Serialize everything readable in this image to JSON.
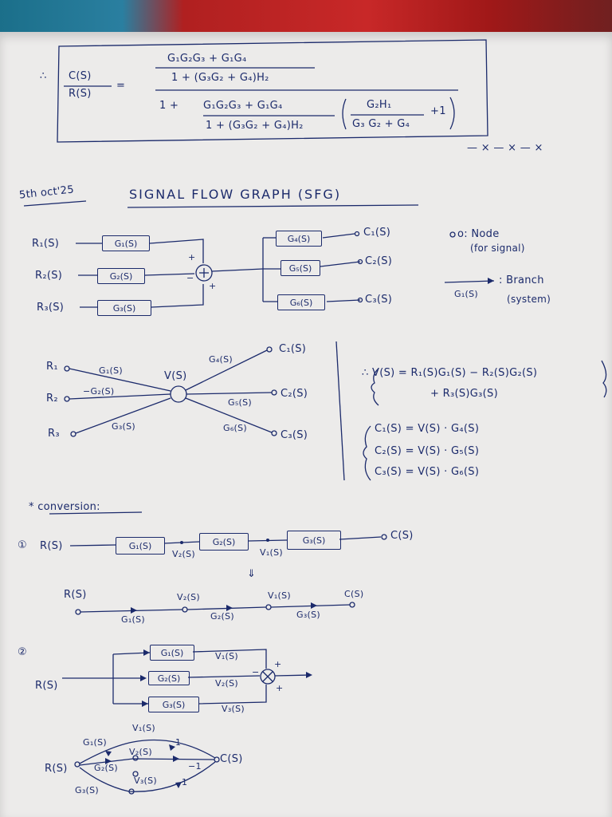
{
  "result": {
    "lhs_num": "C(S)",
    "lhs_den": "R(S)",
    "therefore": "∴",
    "equals": "=",
    "top_num": "G₁G₂G₃ + G₁G₄",
    "top_den": "1 + (G₃G₂ + G₄)H₂",
    "one_plus": "1 +",
    "bot_num": "G₁G₂G₃ + G₁G₄",
    "bot_den": "1 + (G₃G₂ + G₄)H₂",
    "paren_num": "G₂H₁",
    "paren_den": "G₃ G₂ + G₄",
    "plus_one": "+1",
    "end_mark": "— × — × — ×"
  },
  "date": "5th oct'25",
  "title": "SIGNAL FLOW GRAPH (SFG)",
  "block1": {
    "inputs": [
      "R₁(S)",
      "R₂(S)",
      "R₃(S)"
    ],
    "in_blocks": [
      "G₁(S)",
      "G₂(S)",
      "G₃(S)"
    ],
    "out_blocks": [
      "G₄(S)",
      "G₅(S)",
      "G₆(S)"
    ],
    "outputs": [
      "C₁(S)",
      "C₂(S)",
      "C₃(S)"
    ],
    "signs": [
      "+",
      "−",
      "+"
    ]
  },
  "legend": {
    "node_label": "o: Node",
    "node_desc": "(for signal)",
    "branch_label": ": Branch",
    "branch_gain": "G₁(S)",
    "branch_desc": "(system)"
  },
  "sfg1": {
    "inputs": [
      "R₁",
      "R₂",
      "R₃"
    ],
    "in_gains": [
      "G₁(S)",
      "−G₂(S)",
      "G₃(S)"
    ],
    "center": "V(S)",
    "out_gains": [
      "G₄(S)",
      "G₅(S)",
      "G₆(S)"
    ],
    "outputs": [
      "C₁(S)",
      "C₂(S)",
      "C₃(S)"
    ]
  },
  "equations": {
    "v_line1": "∴ V(S) = R₁(S)G₁(S) − R₂(S)G₂(S)",
    "v_line2": "+ R₃(S)G₃(S)",
    "c_lines": [
      "C₁(S) = V(S) · G₄(S)",
      "C₂(S) = V(S) · G₅(S)",
      "C₃(S) = V(S) · G₆(S)"
    ]
  },
  "conversion": {
    "heading": "* conversion:",
    "ex1_num": "①",
    "ex1_input": "R(S)",
    "ex1_blocks": [
      "G₁(S)",
      "G₂(S)",
      "G₃(S)"
    ],
    "ex1_signals": [
      "V₂(S)",
      "V₁(S)"
    ],
    "ex1_output": "C(S)",
    "arrow_down": "⇓",
    "ex1_sfg_input": "R(S)",
    "ex1_sfg_nodes": [
      "V₂(S)",
      "V₁(S)",
      "C(S)"
    ],
    "ex1_sfg_gains": [
      "G₁(S)",
      "G₂(S)",
      "G₃(S)"
    ],
    "ex2_num": "②",
    "ex2_input": "R(S)",
    "ex2_blocks": [
      "G₁(S)",
      "G₂(S)",
      "G₃(S)"
    ],
    "ex2_signals": [
      "V₁(S)",
      "V₂(S)",
      "V₃(S)"
    ],
    "ex2_signs": [
      "+",
      "−",
      "+"
    ],
    "ex2_sfg_input": "R(S)",
    "ex2_sfg_gains": [
      "G₁(S)",
      "G₂(S)",
      "G₃(S)"
    ],
    "ex2_sfg_nodes": [
      "V₁(S)",
      "V₂(S)",
      "V₃(S)"
    ],
    "ex2_sfg_unit": [
      "1",
      "−1",
      "1"
    ],
    "ex2_sfg_output": "C(S)"
  }
}
